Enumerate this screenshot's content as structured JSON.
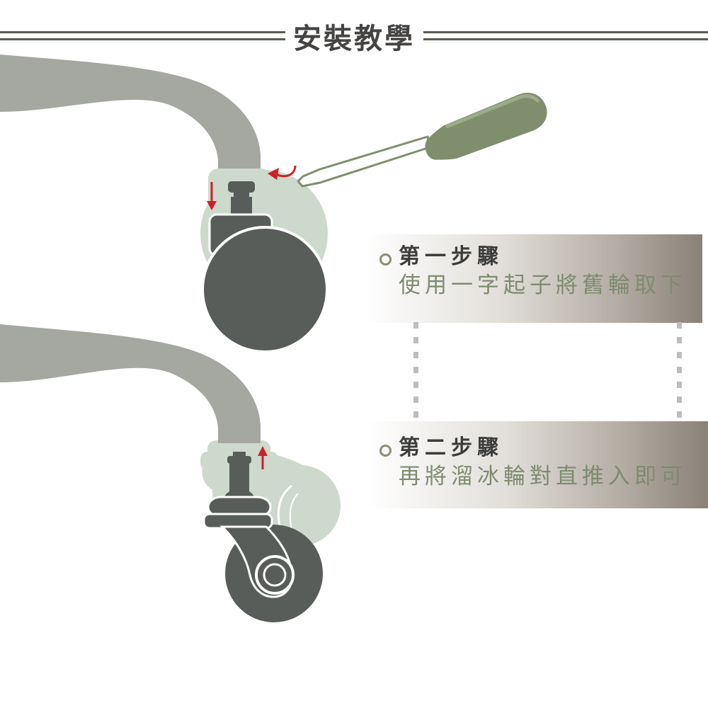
{
  "header": {
    "title": "安裝教學"
  },
  "steps": [
    {
      "title": "第一步驟",
      "description": "使用一字起子將舊輪取下"
    },
    {
      "title": "第二步驟",
      "description": "再將溜冰輪對直推入即可"
    }
  ],
  "illustrations": [
    {
      "name": "step1-remove-old-wheel",
      "elements": [
        "chair-leg",
        "caster-housing",
        "old-wheel",
        "wheel-stem",
        "hub-plate",
        "flathead-screwdriver",
        "pry-curl-arrow",
        "pull-down-arrow"
      ]
    },
    {
      "name": "step2-insert-skate-wheel",
      "elements": [
        "chair-leg",
        "caster-housing",
        "skate-wheel",
        "push-in-stem",
        "mount-plate",
        "wheel-fork",
        "hub",
        "push-up-arrow"
      ]
    }
  ],
  "colors": {
    "leg_gray": "#a5a7a1",
    "housing_sage": "#ced9cd",
    "wheel_dark_gray": "#595d59",
    "screwdriver_green": "#7f8f6d",
    "screwdriver_highlight": "#9cab8a",
    "arrow_red": "#cc2127",
    "band_gradient_end": "#8a8177",
    "dash_gray": "#bdbdbd",
    "header_rule": "#575c53",
    "header_title": "#454442",
    "step_title": "#3c3c3a",
    "step_description": "#7e8b6f",
    "bullet_ring": "#8d8d76"
  }
}
